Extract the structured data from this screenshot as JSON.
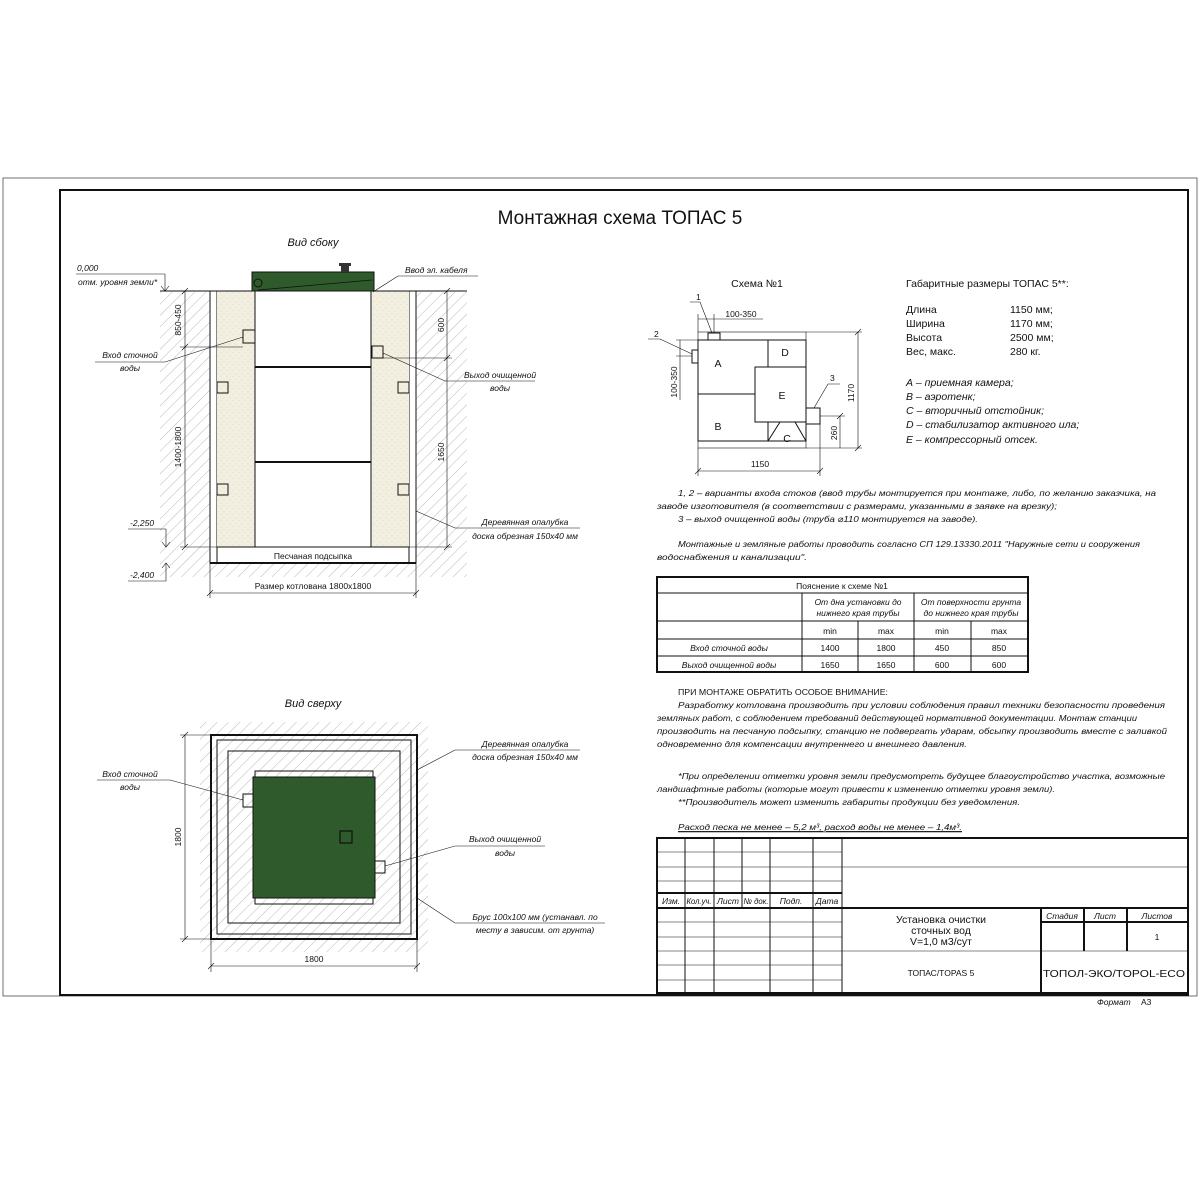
{
  "title": "Монтажная схема ТОПАС 5",
  "colors": {
    "tank_green": "#2f5a2b",
    "sand": "#f2eee0",
    "line": "#111111"
  },
  "side_view": {
    "heading": "Вид сбоку",
    "level_top": "0,000",
    "level_top_note": "отм. уровня земли*",
    "level_mid": "-2,250",
    "level_bottom": "-2,400",
    "dim_inlet_depth": "850-450",
    "dim_inlet_height": "1400-1800",
    "dim_outlet_depth": "600",
    "dim_outlet_height": "1650",
    "cable_label": "Ввод эл. кабеля",
    "inlet_label_1": "Вход сточной",
    "inlet_label_2": "воды",
    "outlet_label_1": "Выход очищенной",
    "outlet_label_2": "воды",
    "formwork_label_1": "Деревянная опалубка",
    "formwork_label_2": "доска обрезная 150х40 мм",
    "sand_label": "Песчаная подсыпка",
    "pit_label": "Размер котлована 1800х1800"
  },
  "top_view": {
    "heading": "Вид сверху",
    "inlet_label_1": "Вход сточной",
    "inlet_label_2": "воды",
    "outlet_label_1": "Выход очищенной",
    "outlet_label_2": "воды",
    "formwork_label_1": "Деревянная опалубка",
    "formwork_label_2": "доска обрезная 150х40 мм",
    "beam_label_1": "Брус 100х100 мм (устанавл. по",
    "beam_label_2": "месту в зависим. от грунта)",
    "dim_width": "1800",
    "dim_height": "1800"
  },
  "scheme": {
    "heading": "Схема №1",
    "marker_1": "1",
    "marker_2": "2",
    "marker_3": "3",
    "dim_top": "100-350",
    "dim_left": "100-350",
    "dim_height": "1170",
    "dim_outlet": "260",
    "dim_length": "1150",
    "zones": [
      "A",
      "B",
      "C",
      "D",
      "E"
    ]
  },
  "dimensions": {
    "heading": "Габаритные размеры ТОПАС 5**:",
    "rows": [
      {
        "label": "Длина",
        "value": "1150 мм;"
      },
      {
        "label": "Ширина",
        "value": "1170 мм;"
      },
      {
        "label": "Высота",
        "value": "2500 мм;"
      },
      {
        "label": "Вес, макс.",
        "value": "280 кг."
      }
    ],
    "legend": [
      "А – приемная камера;",
      "В – аэротенк;",
      "С – вторичный отстойник;",
      "D – стабилизатор активного ила;",
      "Е – компрессорный отсек."
    ]
  },
  "notes": {
    "n1a": "1, 2 – варианты входа  стоков (ввод трубы монтируется при монтаже, либо, по желанию заказчика, на",
    "n1b": "заводе изготовителя (в соответствии с размерами, указанными в заявке на врезку);",
    "n2": "3 – выход очищенной воды (труба ⌀110 монтируется на заводе).",
    "n3a": "Монтажные и земляные работы проводить согласно СП 129.13330.2011 \"Наружные сети и сооружения",
    "n3b": "водоснабжения и канализации\"."
  },
  "table": {
    "title": "Пояснение к схеме №1",
    "group1": [
      "От дна установки до",
      "нижнего края трубы"
    ],
    "group2": [
      "От поверхности грунта",
      "до нижнего края трубы"
    ],
    "sub": [
      "min",
      "max",
      "min",
      "max"
    ],
    "rows": [
      {
        "label": "Вход сточной воды",
        "values": [
          "1400",
          "1800",
          "450",
          "850"
        ]
      },
      {
        "label": "Выход очищенной воды",
        "values": [
          "1650",
          "1650",
          "600",
          "600"
        ]
      }
    ]
  },
  "attention": {
    "heading": "ПРИ МОНТАЖЕ ОБРАТИТЬ ОСОБОЕ ВНИМАНИЕ:",
    "l1": "Разработку котлована производить при условии соблюдения правил техники безопасности проведения",
    "l2": "земляных работ, с соблюдением требований действующей нормативной документации. Монтаж станции",
    "l3": "производить на песчаную подсыпку, станцию не подвергать ударам, обсыпку производить вместе с заливкой",
    "l4": "одновременно для компенсации внутреннего и внешнего давления."
  },
  "footnotes": {
    "f1a": "*При определении отметки уровня земли предусмотреть будущее благоустройство участка, возможные",
    "f1b": "ландшафтные работы (которые могут привести к изменению отметки уровня земли).",
    "f2": "**Производитель может изменить габариты продукции без уведомления.",
    "consumption": "Расход песка не менее – 5,2 м³, расход воды не менее – 1,4м³."
  },
  "title_block": {
    "cols": [
      "Изм.",
      "Кол.уч.",
      "Лист",
      "№ док.",
      "Подп.",
      "Дата"
    ],
    "name_1": "Установка очистки",
    "name_2": "сточных вод",
    "name_3": "V=1,0 м3/сут",
    "stage_label": "Стадия",
    "sheet_label": "Лист",
    "sheets_label": "Листов",
    "sheets_value": "1",
    "product": "ТОПАС/TOPAS 5",
    "company": "ТОПОЛ-ЭКО/TOPOL-ECO",
    "format_label": "Формат",
    "format_value": "А3"
  }
}
